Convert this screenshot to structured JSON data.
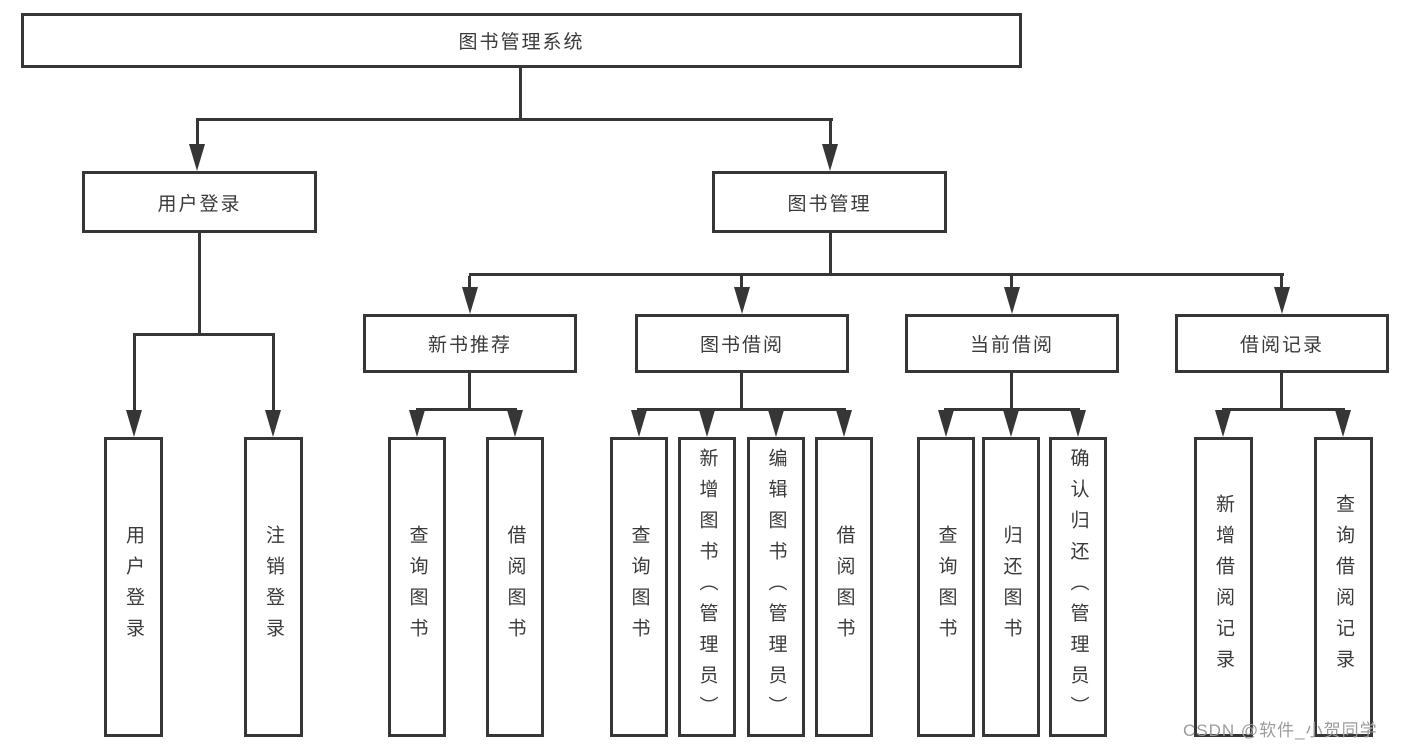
{
  "diagram": {
    "title": "图书管理系统",
    "nodes": {
      "root": "图书管理系统",
      "user_login": "用户登录",
      "book_mgmt": "图书管理",
      "new_book": "新书推荐",
      "book_borrow": "图书借阅",
      "current_borrow": "当前借阅",
      "borrow_record": "借阅记录",
      "leaf_user_login": "用户登录",
      "leaf_logout": "注销登录",
      "leaf_nb_query": "查询图书",
      "leaf_nb_borrow": "借阅图书",
      "leaf_bb_query": "查询图书",
      "leaf_bb_add": "新增图书（管理员）",
      "leaf_bb_edit": "编辑图书（管理员）",
      "leaf_bb_borrow": "借阅图书",
      "leaf_cb_query": "查询图书",
      "leaf_cb_return": "归还图书",
      "leaf_cb_confirm": "确认归还（管理员）",
      "leaf_br_add": "新增借阅记录",
      "leaf_br_query": "查询借阅记录"
    },
    "hierarchy": {
      "root": [
        "user_login",
        "book_mgmt"
      ],
      "user_login": [
        "leaf_user_login",
        "leaf_logout"
      ],
      "book_mgmt": [
        "new_book",
        "book_borrow",
        "current_borrow",
        "borrow_record"
      ],
      "new_book": [
        "leaf_nb_query",
        "leaf_nb_borrow"
      ],
      "book_borrow": [
        "leaf_bb_query",
        "leaf_bb_add",
        "leaf_bb_edit",
        "leaf_bb_borrow"
      ],
      "current_borrow": [
        "leaf_cb_query",
        "leaf_cb_return",
        "leaf_cb_confirm"
      ],
      "borrow_record": [
        "leaf_br_add",
        "leaf_br_query"
      ]
    },
    "watermark": "CSDN @软件_小贺同学",
    "colors": {
      "line": "#363636",
      "text": "#3a3a3a",
      "watermark": "#9b9b9b",
      "background": "#ffffff"
    }
  }
}
